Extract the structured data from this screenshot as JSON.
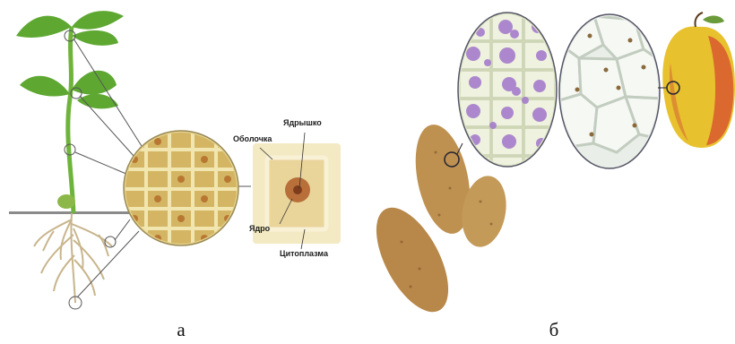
{
  "panels": [
    {
      "id": "a",
      "caption": "а",
      "cell_labels": {
        "nucleolus": "Ядрышко",
        "membrane": "Оболочка",
        "nucleus": "Ядро",
        "cytoplasm": "Цитоплазма"
      }
    },
    {
      "id": "b",
      "caption": "б"
    }
  ],
  "colors": {
    "stem": "#6fb43a",
    "leaf": "#5ea832",
    "root": "#c9b58a",
    "cell_wall": "#e7d58f",
    "cell_fill": "#c9a95a",
    "nucleus": "#c07a3a",
    "potato": "#b98a47",
    "starch": "#a07ac6",
    "apple_yellow": "#e9c52a",
    "apple_red": "#d6542b"
  }
}
